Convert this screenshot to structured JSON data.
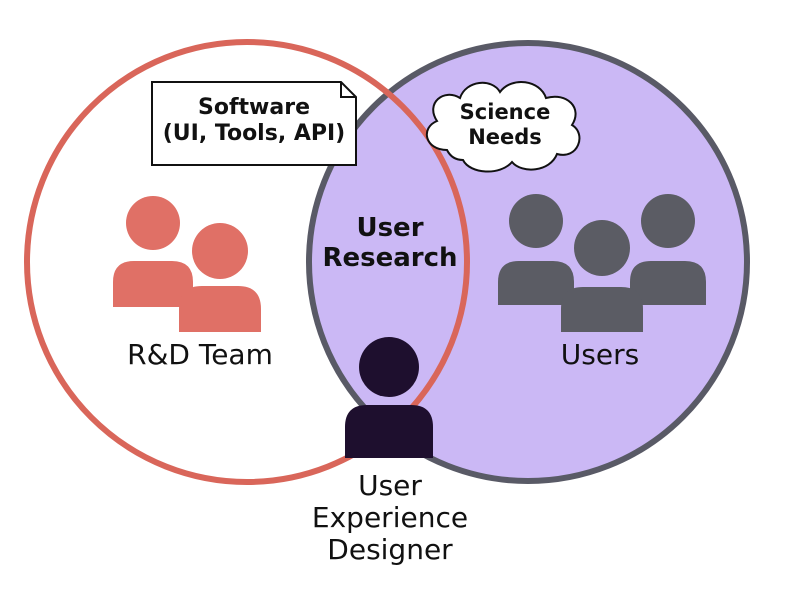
{
  "diagram": {
    "left_circle": {
      "label": "R&D Team"
    },
    "right_circle": {
      "label": "Users"
    },
    "overlap": {
      "line1": "User",
      "line2": "Research"
    },
    "note": {
      "line1": "Software",
      "line2": "(UI, Tools, API)"
    },
    "cloud": {
      "line1": "Science",
      "line2": "Needs"
    },
    "designer": {
      "line1": "User",
      "line2": "Experience",
      "line3": "Designer"
    }
  },
  "icons": {
    "team": "two-people-icon",
    "users": "three-people-icon",
    "designer": "person-icon",
    "note": "note-icon",
    "cloud": "cloud-icon"
  },
  "colors": {
    "left_circle_stroke": "#d9665a",
    "team_icon": "#e07066",
    "right_circle_fill": "#cbb8f5",
    "right_circle_stroke": "#595a66",
    "users_icon": "#5b5c64",
    "designer_icon": "#1e0f2e",
    "text": "#111111"
  }
}
